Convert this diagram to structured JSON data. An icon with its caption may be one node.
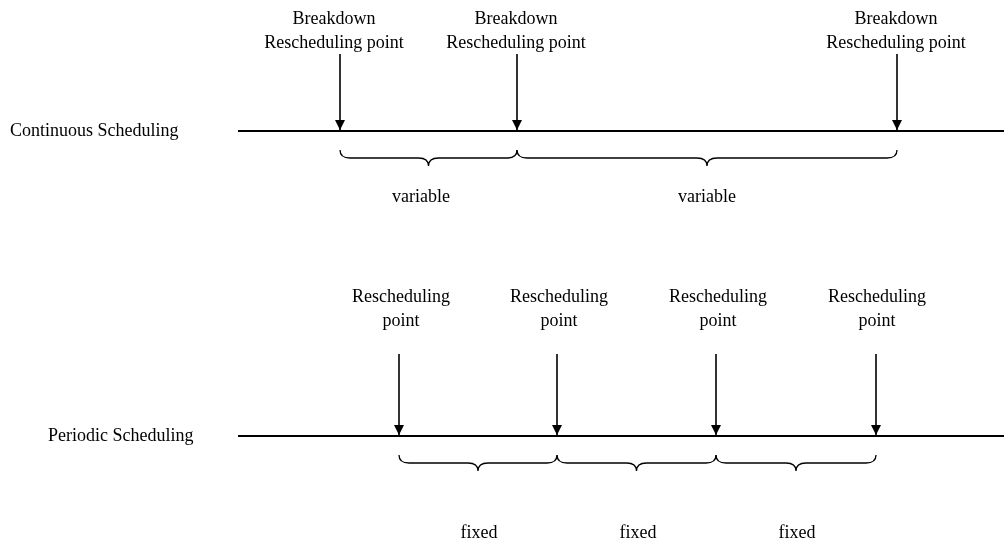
{
  "diagram": {
    "nodes": [
      {
        "text": [
          "Breakdown Rescheduling point"
        ]
      },
      {
        "text": [
          "Breakdown Rescheduling point"
        ]
      },
      {
        "text": [
          "Breakdown Rescheduling point"
        ]
      },
      {
        "text": [],
        "shape": "line",
        "beside": [
          "Continuous Scheduling"
        ]
      },
      {
        "text": [
          "Rescheduling point"
        ]
      },
      {
        "text": [
          "Rescheduling point"
        ]
      },
      {
        "text": [
          "Rescheduling point"
        ]
      },
      {
        "text": [
          "Rescheduling point"
        ]
      },
      {
        "text": [],
        "shape": "line",
        "beside": [
          "Periodic Scheduling"
        ]
      }
    ],
    "edges": [
      {
        "from": 0,
        "to": 3,
        "arrow": "to"
      },
      {
        "from": 1,
        "to": 3,
        "arrow": "to"
      },
      {
        "from": 2,
        "to": 3,
        "arrow": "to"
      },
      {
        "from": 4,
        "to": 8,
        "arrow": "to"
      },
      {
        "from": 5,
        "to": 8,
        "arrow": "to"
      },
      {
        "from": 6,
        "to": 8,
        "arrow": "to"
      },
      {
        "from": 7,
        "to": 8,
        "arrow": "to"
      }
    ],
    "labels": [
      "variable",
      "variable",
      "fixed",
      "fixed",
      "fixed"
    ]
  }
}
